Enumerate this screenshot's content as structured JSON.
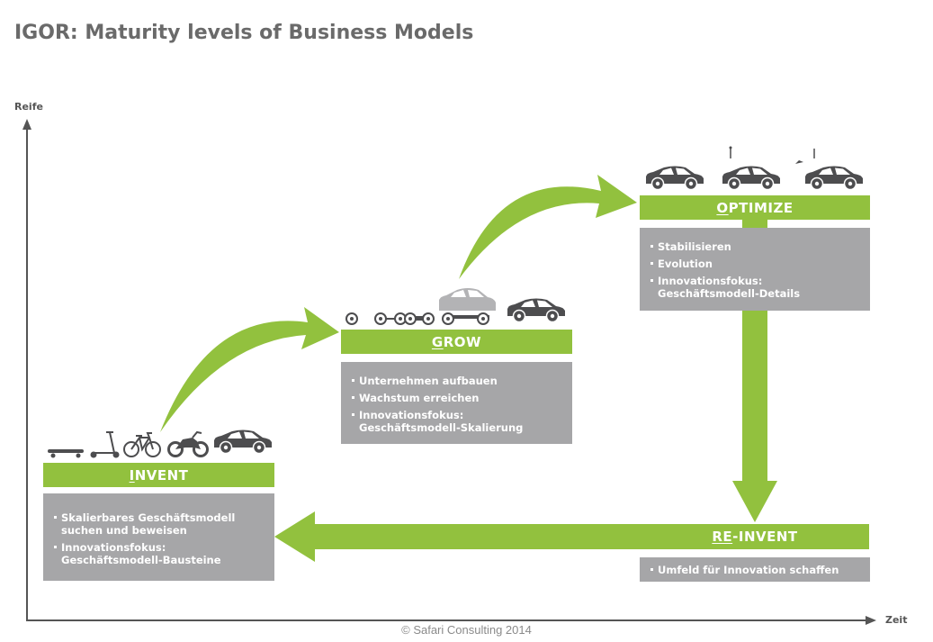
{
  "title": "IGOR: Maturity levels of Business Models",
  "axes": {
    "y_label": "Reife",
    "x_label": "Zeit"
  },
  "colors": {
    "green": "#92c13e",
    "gray_box": "#a6a6a8",
    "icon": "#4d4d4f",
    "axis": "#555555"
  },
  "stages": {
    "invent": {
      "first": "I",
      "rest": "NVENT",
      "bullets": [
        "Skalierbares Geschäftsmodell suchen und beweisen",
        "Innovationsfokus: Geschäftsmodell-Bausteine"
      ],
      "icons": [
        "skateboard-icon",
        "scooter-icon",
        "bicycle-icon",
        "motorcycle-icon",
        "car-icon"
      ]
    },
    "grow": {
      "first": "G",
      "rest": "ROW",
      "bullets": [
        "Unternehmen aufbauen",
        "Wachstum erreichen",
        "Innovationsfokus: Geschäftsmodell-Skalierung"
      ],
      "icons": [
        "wheel-icon",
        "axle-icon",
        "chassis-icon",
        "car-body-icon",
        "car-icon"
      ]
    },
    "optimize": {
      "first": "O",
      "rest": "PTIMIZE",
      "bullets": [
        "Stabilisieren",
        "Evolution",
        "Innovationsfokus: Geschäftsmodell-Details"
      ],
      "icons": [
        "car-icon",
        "car-antenna-icon",
        "car-trunk-icon"
      ]
    },
    "reinvent": {
      "first": "RE",
      "rest": "-INVENT",
      "bullets": [
        "Umfeld für Innovation schaffen"
      ]
    }
  },
  "copyright": "© Safari Consulting 2014"
}
